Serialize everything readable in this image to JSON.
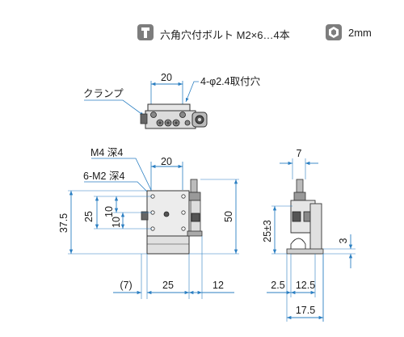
{
  "legend": {
    "bolt_label": "六角穴付ボルト M2×6…4本",
    "hex_label": "2mm",
    "bolt_icon": "hex-socket-bolt-icon",
    "hex_icon": "hex-wrench-icon",
    "icon_color": "#7d7d7d"
  },
  "top_view": {
    "width_dim": "20",
    "hole_note": "4-φ2.4取付穴",
    "clamp_label": "クランプ"
  },
  "front_view": {
    "tap_m4": "M4 深4",
    "tap_m2": "6-M2 深4",
    "width_dim": "20",
    "height_375": "37.5",
    "height_25": "25",
    "height_10a": "10",
    "height_10b": "10",
    "height_50": "50",
    "bottom_7": "(7)",
    "bottom_25": "25",
    "bottom_12": "12"
  },
  "side_view": {
    "width_7": "7",
    "height_25pm3": "25±3",
    "height_3": "3",
    "bottom_25": "2.5",
    "bottom_125": "12.5",
    "bottom_175": "17.5"
  },
  "colors": {
    "dim_line": "#2b7fc2",
    "outline": "#333333",
    "body_fill": "#ececec",
    "dark_fill": "#555555"
  }
}
